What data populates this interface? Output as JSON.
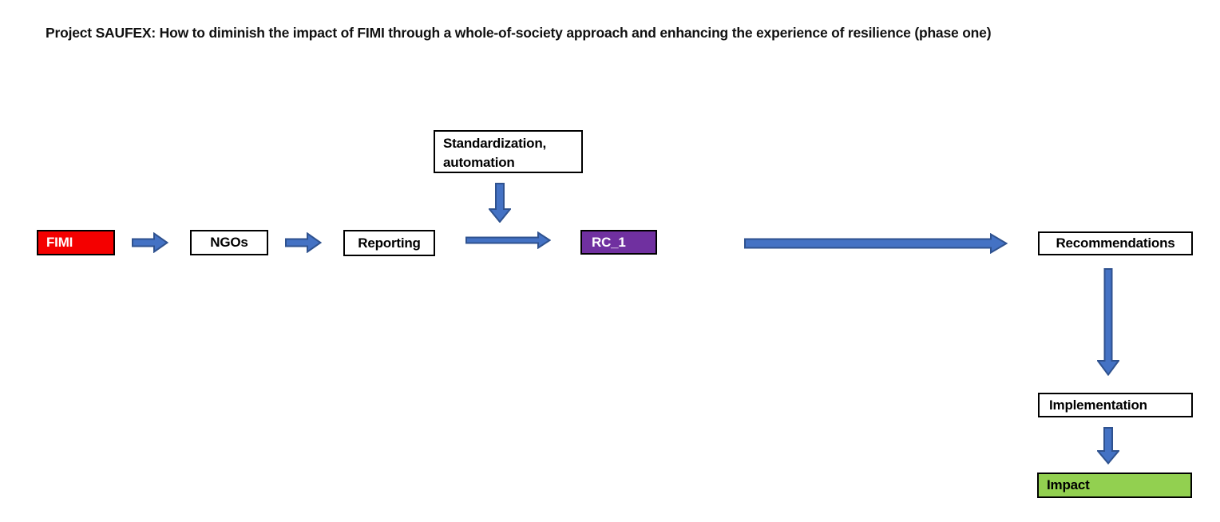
{
  "title": "Project SAUFEX: How to diminish the impact of FIMI through a whole-of-society approach and enhancing the experience of resilience (phase one)",
  "diagram": {
    "nodes": {
      "fimi": {
        "label": "FIMI",
        "bg": "#f40000",
        "fg": "#ffffff"
      },
      "ngos": {
        "label": "NGOs",
        "bg": "#ffffff",
        "fg": "#000000"
      },
      "reporting": {
        "label": "Reporting",
        "bg": "#ffffff",
        "fg": "#000000"
      },
      "standardization": {
        "line1": "Standardization,",
        "line2": "automation",
        "bg": "#ffffff",
        "fg": "#000000"
      },
      "rc1": {
        "label": "RC_1",
        "bg": "#7030a0",
        "fg": "#ffffff"
      },
      "recommendations": {
        "label": "Recommendations",
        "bg": "#ffffff",
        "fg": "#000000"
      },
      "implementation": {
        "label": "Implementation",
        "bg": "#ffffff",
        "fg": "#000000"
      },
      "impact": {
        "label": "Impact",
        "bg": "#92d050",
        "fg": "#000000"
      }
    },
    "arrow_fill": "#4472c4",
    "arrow_stroke": "#2f528f",
    "flow": "FIMI -> NGOs -> Reporting -> (Standardization, automation) -> RC_1 -> Recommendations -> Implementation -> Impact"
  }
}
